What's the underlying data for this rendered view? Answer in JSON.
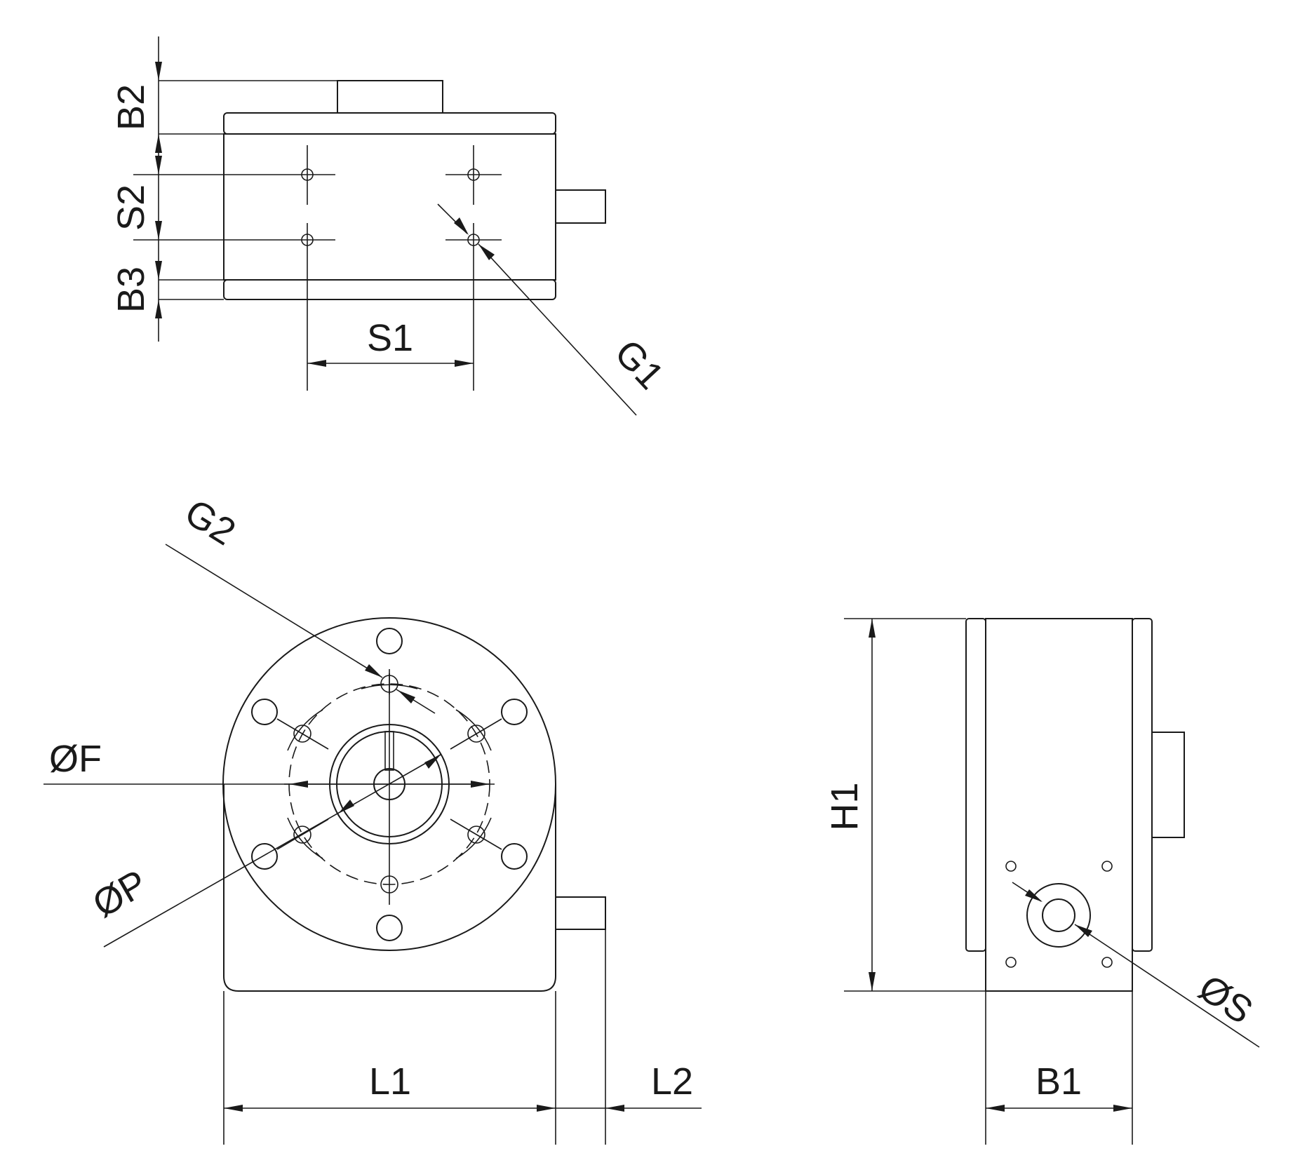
{
  "labels": {
    "B2": "B2",
    "S2": "S2",
    "B3": "B3",
    "S1": "S1",
    "G1": "G1",
    "G2": "G2",
    "F": "ØF",
    "P": "ØP",
    "L1": "L1",
    "L2": "L2",
    "H1": "H1",
    "B1": "B1",
    "S": "ØS"
  },
  "colors": {
    "line": "#1a1a1a",
    "background": "#ffffff"
  }
}
